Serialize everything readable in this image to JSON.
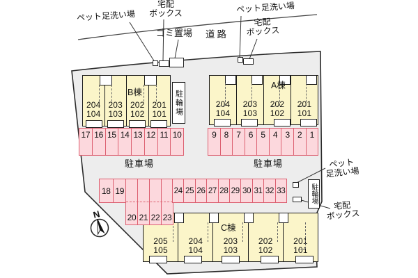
{
  "colors": {
    "site_fill": "#ededed",
    "site_outline": "#2b2b2b",
    "building_fill": "#fbf5c9",
    "building_border": "#1b1b1b",
    "parking_fill": "#fcd8dd",
    "parking_border": "#dc5f70",
    "text": "#111111"
  },
  "annotations": {
    "road": "道路",
    "garbage": "ゴミ置場",
    "tl_pet_wash": "ペット足洗い場",
    "tl_delivery_l1": "宅配",
    "tl_delivery_l2": "ボックス",
    "tr_pet_wash": "ペット足洗い場",
    "tr_delivery_l1": "宅配",
    "tr_delivery_l2": "ボックス",
    "r_pet_l1": "ペット",
    "r_pet_l2": "足洗い場",
    "r_delivery_l1": "宅配",
    "r_delivery_l2": "ボックス",
    "bike_b": "駐輪場",
    "bike_r": "駐輪場",
    "parking_lot_left": "駐車場",
    "parking_lot_right": "駐車場",
    "compass_n": "N"
  },
  "buildings": {
    "b": {
      "label": "B棟",
      "units": [
        {
          "upper": "204",
          "lower": "104"
        },
        {
          "upper": "203",
          "lower": "103"
        },
        {
          "upper": "202",
          "lower": "102"
        },
        {
          "upper": "201",
          "lower": "101"
        }
      ]
    },
    "a": {
      "label": "A棟",
      "units": [
        {
          "upper": "204",
          "lower": "104"
        },
        {
          "upper": "203",
          "lower": "103"
        },
        {
          "upper": "202",
          "lower": "102"
        },
        {
          "upper": "201",
          "lower": "101"
        }
      ]
    },
    "c": {
      "label": "C棟",
      "units": [
        {
          "upper": "205",
          "lower": "105"
        },
        {
          "upper": "204",
          "lower": "104"
        },
        {
          "upper": "203",
          "lower": "103"
        },
        {
          "upper": "202",
          "lower": "102"
        },
        {
          "upper": "201",
          "lower": "101"
        }
      ]
    }
  },
  "parking": {
    "row_b": [
      "17",
      "16",
      "15",
      "14",
      "13",
      "12",
      "11",
      "10"
    ],
    "row_a": [
      "9",
      "8",
      "7",
      "6",
      "5",
      "4",
      "3",
      "2",
      "1"
    ],
    "mid_short": [
      "18",
      "19"
    ],
    "mid_tall": [
      "20",
      "21",
      "22",
      "23"
    ],
    "mid_long": [
      "24",
      "25",
      "26",
      "27",
      "28",
      "29",
      "30",
      "31",
      "32",
      "33"
    ]
  }
}
